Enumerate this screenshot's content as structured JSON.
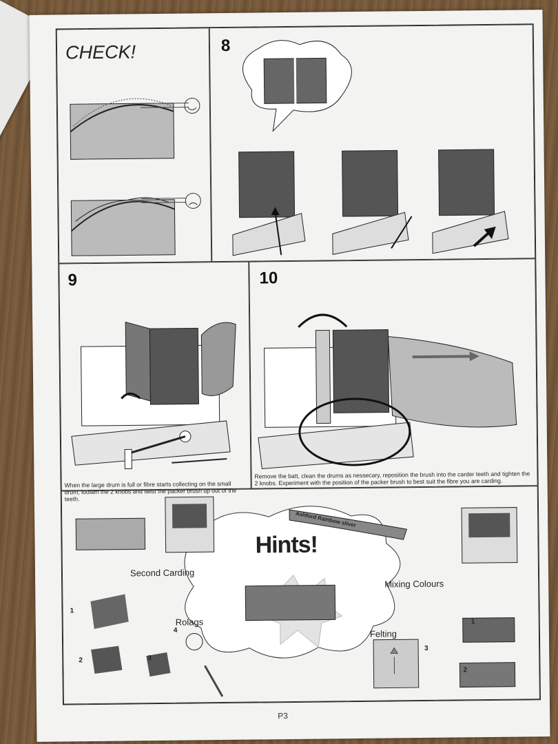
{
  "check_panel": {
    "title": "CHECK!"
  },
  "step8": {
    "number": "8"
  },
  "step9": {
    "number": "9",
    "caption": "When the large drum is full or fibre starts collecting on the small drum, loosen the 2 knobs and twist the packer brush up out of the teeth."
  },
  "step10": {
    "number": "10",
    "caption": "Remove the batt, clean the drums as nessecary, reposition the brush into the carder teeth and tighten the 2 knobs. Experiment with the position of the packer brush to best suit the fibre you are carding."
  },
  "hints": {
    "title": "Hints!",
    "ribbon": "Ashford Rainbow sliver",
    "second_carding": "Second Carding",
    "mixing_colours": "Mixing Colours",
    "rolags": "Rolags",
    "felting": "Felting",
    "nums": {
      "one": "1",
      "two": "2",
      "three": "3",
      "four": "4"
    }
  },
  "page_number": "P3"
}
